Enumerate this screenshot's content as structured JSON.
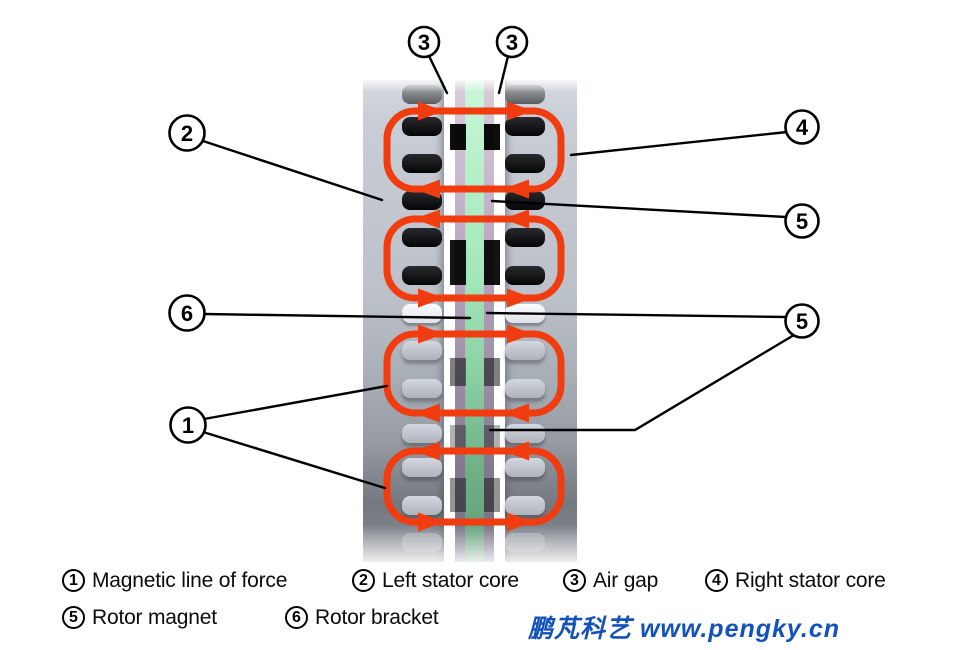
{
  "callouts": [
    {
      "number": "3"
    },
    {
      "number": "3"
    },
    {
      "number": "2"
    },
    {
      "number": "4"
    },
    {
      "number": "5"
    },
    {
      "number": "6"
    },
    {
      "number": "5"
    },
    {
      "number": "1"
    }
  ],
  "legend": {
    "items": [
      {
        "number": "1",
        "label": "Magnetic line of force"
      },
      {
        "number": "2",
        "label": "Left stator core"
      },
      {
        "number": "3",
        "label": "Air gap"
      },
      {
        "number": "4",
        "label": "Right stator core"
      },
      {
        "number": "5",
        "label": "Rotor magnet"
      },
      {
        "number": "6",
        "label": "Rotor bracket"
      }
    ]
  },
  "watermark": {
    "text": "鹏芃科艺 www.pengky.cn",
    "color": "#1252bc"
  },
  "colors": {
    "flux_line": "#f03c0e",
    "rotor_bracket": "#a9edc3",
    "rotor_magnet": "#c0b0c6",
    "stator_core": "#bfc4cc",
    "air_gap": "#ffffff"
  }
}
